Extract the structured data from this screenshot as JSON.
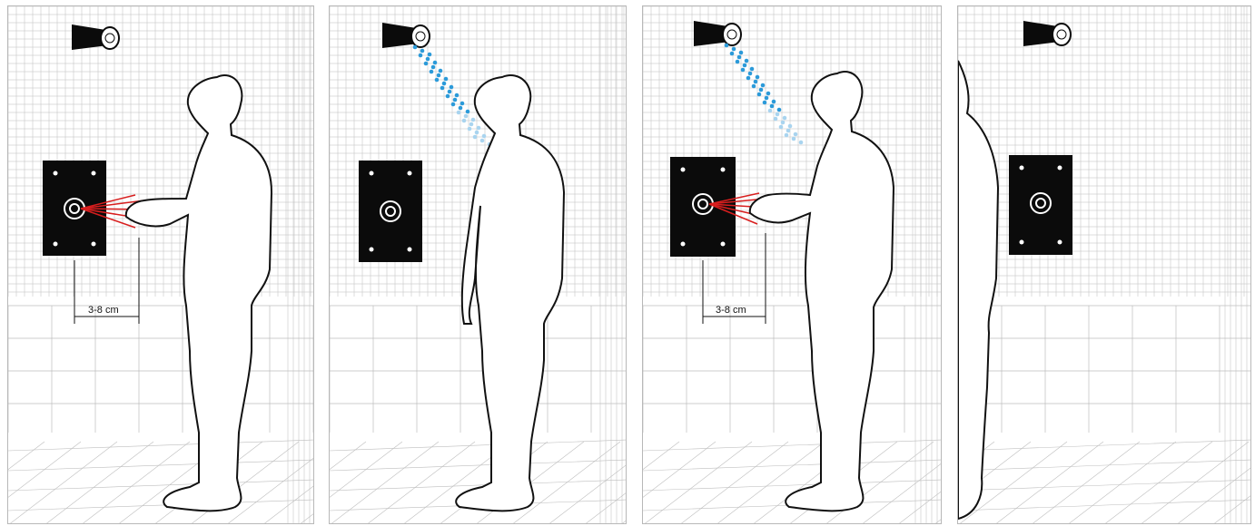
{
  "colors": {
    "tile_line": "#bdbdbd",
    "panel_border": "#b8b8b8",
    "control_plate": "#0b0b0b",
    "sensor_beam": "#d81e1e",
    "water_dark": "#2b9ad9",
    "water_light": "#a9d4ef",
    "figure_stroke": "#111111"
  },
  "panels": [
    {
      "step": 1,
      "water_on": false,
      "hand_sensor": true,
      "distance_label": "3-8 cm"
    },
    {
      "step": 2,
      "water_on": true,
      "hand_sensor": false,
      "distance_label": ""
    },
    {
      "step": 3,
      "water_on": true,
      "hand_sensor": true,
      "distance_label": "3-8 cm"
    },
    {
      "step": 4,
      "water_on": false,
      "hand_sensor": false,
      "distance_label": ""
    }
  ],
  "icons": [
    "shower-head-icon",
    "touchless-sensor-plate-icon",
    "person-figure-icon",
    "water-spray-icon",
    "sensor-beam-icon"
  ]
}
